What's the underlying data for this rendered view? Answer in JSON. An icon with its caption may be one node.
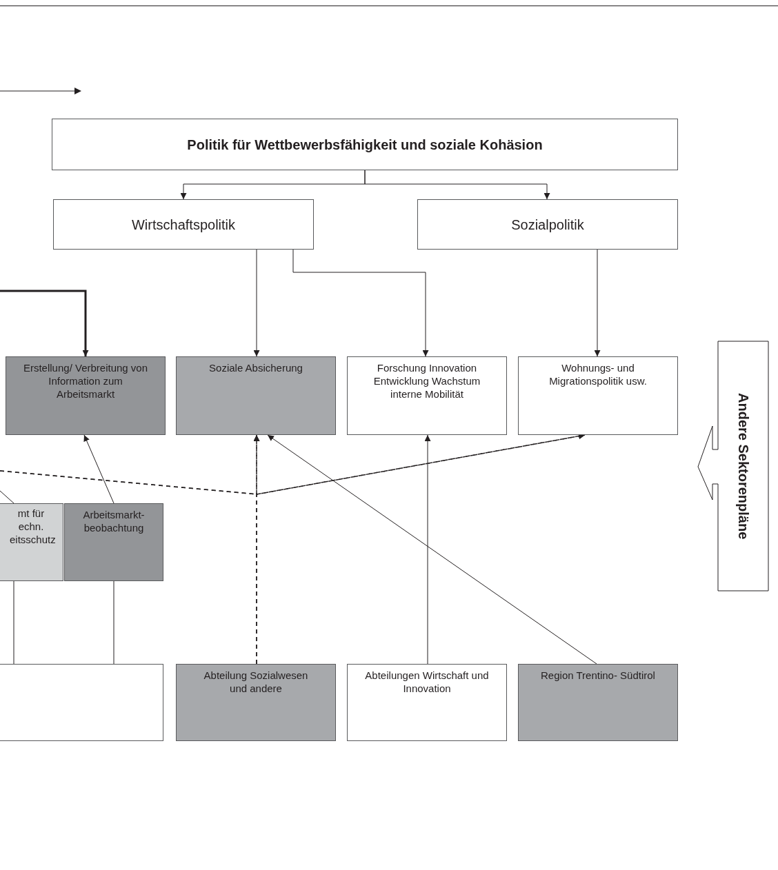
{
  "diagram": {
    "nodes": [
      {
        "text": [
          "Politik für Wettbewerbsfähigkeit und soziale Kohäsion"
        ]
      },
      {
        "text": [
          "Wirtschaftspolitik"
        ]
      },
      {
        "text": [
          "Sozialpolitik"
        ]
      },
      {
        "text": [
          "Erstellung/ Verbreitung von Information zum Arbeitsmarkt"
        ]
      },
      {
        "text": [
          "Soziale Absicherung"
        ]
      },
      {
        "text": [
          "Forschung Innovation Entwicklung Wachstum interne Mobilität"
        ]
      },
      {
        "text": [
          "Wohnungs- und Migrationspolitik usw."
        ]
      },
      {
        "text": [
          "mt für echn. eitsschutz"
        ]
      },
      {
        "text": [
          "Arbeitsmarkt- beobachtung"
        ]
      },
      {
        "text": [],
        "shape": "box"
      },
      {
        "text": [
          "Abteilung Sozialwesen und andere"
        ]
      },
      {
        "text": [
          "Abteilungen Wirtschaft und Innovation"
        ]
      },
      {
        "text": [
          "Region Trentino- Südtirol"
        ]
      },
      {
        "text": [
          "Andere Sektorenpläne"
        ]
      }
    ],
    "edges": [
      {
        "from": 0,
        "to": 1,
        "arrow": "to"
      },
      {
        "from": 0,
        "to": 2,
        "arrow": "to"
      },
      {
        "from": 1,
        "to": 4,
        "arrow": "to"
      },
      {
        "from": 1,
        "to": 5,
        "arrow": "to"
      },
      {
        "from": 2,
        "to": 6,
        "arrow": "to"
      },
      {
        "from": null,
        "to": 3,
        "arrow": "to",
        "style": "thick"
      },
      {
        "from": 8,
        "to": 3,
        "arrow": "to"
      },
      {
        "from": null,
        "to": 7,
        "arrow": "none"
      },
      {
        "from": 7,
        "to": 9,
        "arrow": "none"
      },
      {
        "from": 8,
        "to": 9,
        "arrow": "none"
      },
      {
        "from": 10,
        "to": 4,
        "arrow": "to",
        "style": "dashed"
      },
      {
        "from": 10,
        "to": 6,
        "arrow": "to",
        "style": "dashed"
      },
      {
        "from": null,
        "to": 4,
        "arrow": "to",
        "style": "dashed"
      },
      {
        "from": null,
        "to": 6,
        "arrow": "to",
        "style": "dashed"
      },
      {
        "from": 11,
        "to": 5,
        "arrow": "to"
      },
      {
        "from": 12,
        "to": 4,
        "arrow": "to"
      }
    ]
  }
}
